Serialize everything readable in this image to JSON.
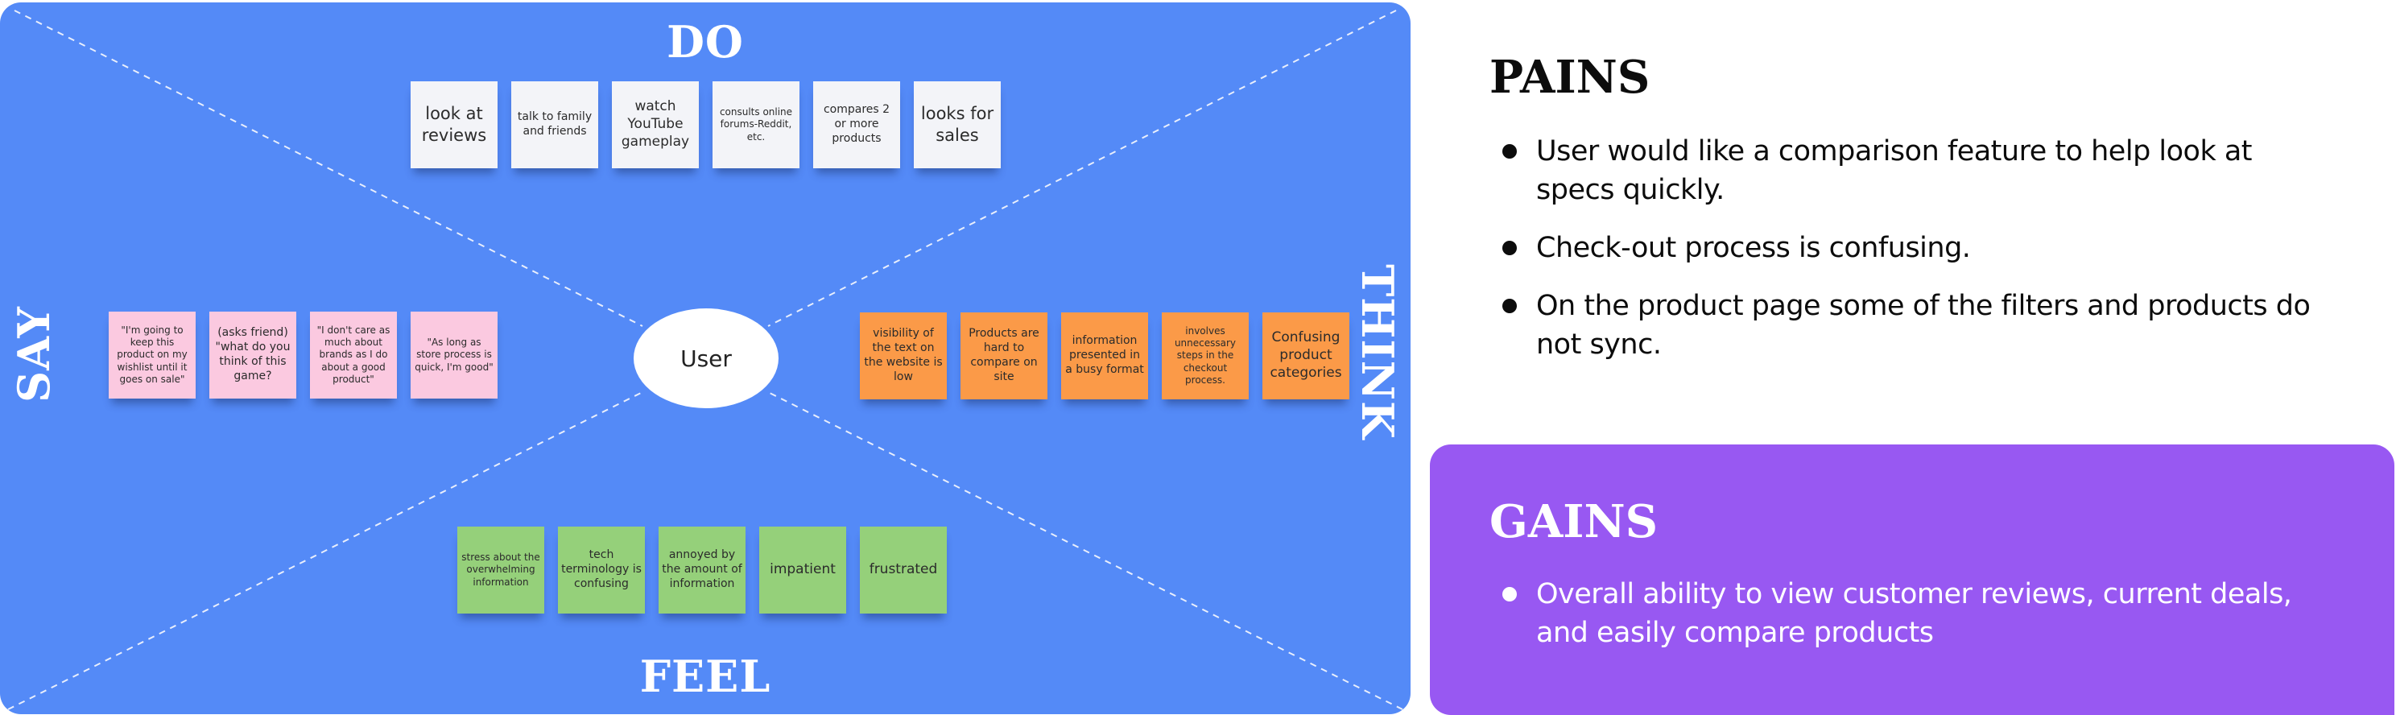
{
  "board": {
    "colors": {
      "background": "#548af7",
      "do_note": "#f3f4f8",
      "say_note": "#fbc9e0",
      "think_note": "#fb9a48",
      "feel_note": "#95d07a"
    },
    "center_label": "User",
    "quadrants": {
      "do": {
        "label": "DO",
        "notes": [
          {
            "text": "look at reviews",
            "size": "lg"
          },
          {
            "text": "talk to family and friends",
            "size": "sm"
          },
          {
            "text": "watch YouTube gameplay",
            "size": "md"
          },
          {
            "text": "consults online forums-Reddit, etc.",
            "size": "xs"
          },
          {
            "text": "compares 2 or more products",
            "size": "sm"
          },
          {
            "text": "looks for sales",
            "size": "lg"
          }
        ]
      },
      "say": {
        "label": "SAY",
        "notes": [
          {
            "text": "\"I'm going to keep this product on my wishlist until it goes on sale\"",
            "size": "xs"
          },
          {
            "text": "(asks friend) \"what do you think of this game?",
            "size": "sm"
          },
          {
            "text": "\"I don't care as much about brands as I do about a good product\"",
            "size": "xs"
          },
          {
            "text": "\"As long as store process is quick, I'm good\"",
            "size": "xs"
          }
        ]
      },
      "think": {
        "label": "THINK",
        "notes": [
          {
            "text": "visibility of the text on the website is low",
            "size": "sm"
          },
          {
            "text": "Products are hard to compare on site",
            "size": "sm"
          },
          {
            "text": "information presented in a busy format",
            "size": "sm"
          },
          {
            "text": "involves unnecessary steps in the checkout process.",
            "size": "xs"
          },
          {
            "text": "Confusing product categories",
            "size": "md"
          }
        ]
      },
      "feel": {
        "label": "FEEL",
        "notes": [
          {
            "text": "stress about the overwhelming information",
            "size": "xs"
          },
          {
            "text": "tech terminology is confusing",
            "size": "sm"
          },
          {
            "text": "annoyed by the amount of information",
            "size": "sm"
          },
          {
            "text": "impatient",
            "size": "md"
          },
          {
            "text": "frustrated",
            "size": "md"
          }
        ]
      }
    }
  },
  "pains": {
    "title": "PAINS",
    "items": [
      "User would like a comparison feature to help look at specs quickly.",
      "Check-out process is confusing.",
      "On the product page some of the filters and products do not sync."
    ]
  },
  "gains": {
    "title": "GAINS",
    "color": "#9858f2",
    "items": [
      "Overall ability to view customer reviews, current deals, and easily compare products"
    ]
  }
}
